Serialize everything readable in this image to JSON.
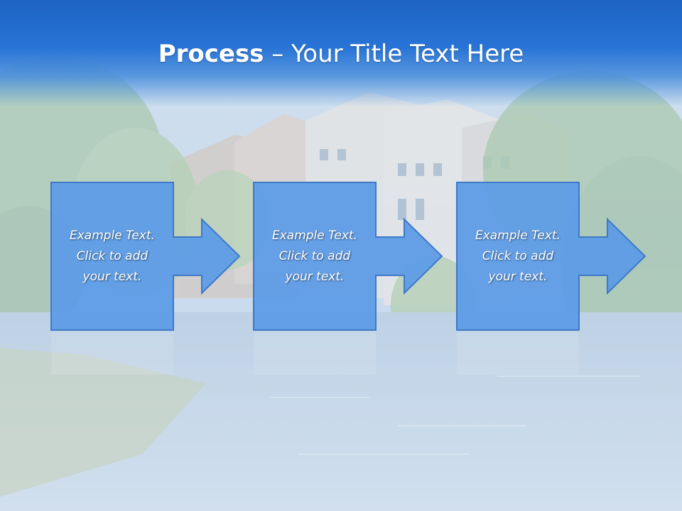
{
  "slide": {
    "title_bold": "Process",
    "title_rest": " – Your Title Text Here",
    "steps": [
      {
        "text": "Example Text.\nClick  to add\nyour text."
      },
      {
        "text": "Example Text.\nClick  to add\nyour text."
      },
      {
        "text": "Example Text.\nClick  to add\nyour text."
      }
    ]
  },
  "colors": {
    "title_band": "#1d63c4",
    "box_fill": "#5b9be6",
    "box_border": "#3e79c8"
  },
  "icons": [
    "process-arrow-icon"
  ]
}
